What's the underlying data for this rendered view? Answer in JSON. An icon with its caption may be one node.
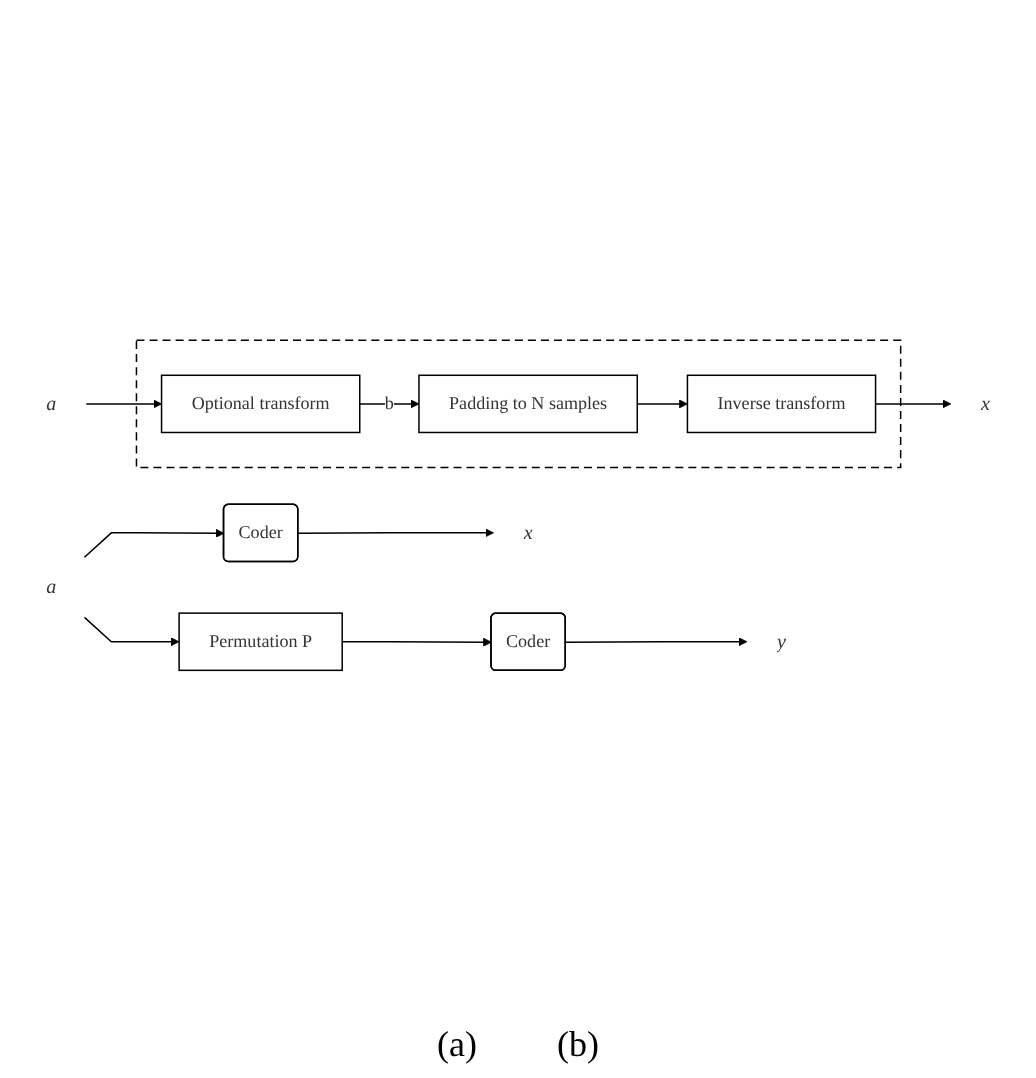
{
  "diagram": {
    "nodes": [
      {
        "text": [],
        "shape": "box"
      },
      {
        "text": [
          "a"
        ]
      },
      {
        "text": [
          "Optional transform"
        ],
        "in": 0
      },
      {
        "text": [
          "Padding to N samples"
        ],
        "in": 0
      },
      {
        "text": [
          "Inverse transform"
        ],
        "in": 0
      },
      {
        "text": [
          "x"
        ]
      },
      {
        "text": [
          "a"
        ]
      },
      {
        "text": [
          "Coder"
        ]
      },
      {
        "text": [
          "x"
        ]
      },
      {
        "text": [
          "Permutation P"
        ]
      },
      {
        "text": [
          "Coder"
        ]
      },
      {
        "text": [
          "y"
        ]
      }
    ],
    "edges": [
      {
        "from": 1,
        "to": 2,
        "arrow": "to"
      },
      {
        "from": 2,
        "to": 3,
        "arrow": "to",
        "label": "b"
      },
      {
        "from": 3,
        "to": 4,
        "arrow": "to"
      },
      {
        "from": 4,
        "to": 5,
        "arrow": "to"
      },
      {
        "from": 6,
        "to": 7,
        "arrow": "to"
      },
      {
        "from": 6,
        "to": 9,
        "arrow": "to"
      },
      {
        "from": 7,
        "to": 8,
        "arrow": "to"
      },
      {
        "from": 9,
        "to": 10,
        "arrow": "to"
      },
      {
        "from": 10,
        "to": 11,
        "arrow": "to"
      }
    ],
    "labels": [
      "(a)",
      "(b)"
    ]
  }
}
